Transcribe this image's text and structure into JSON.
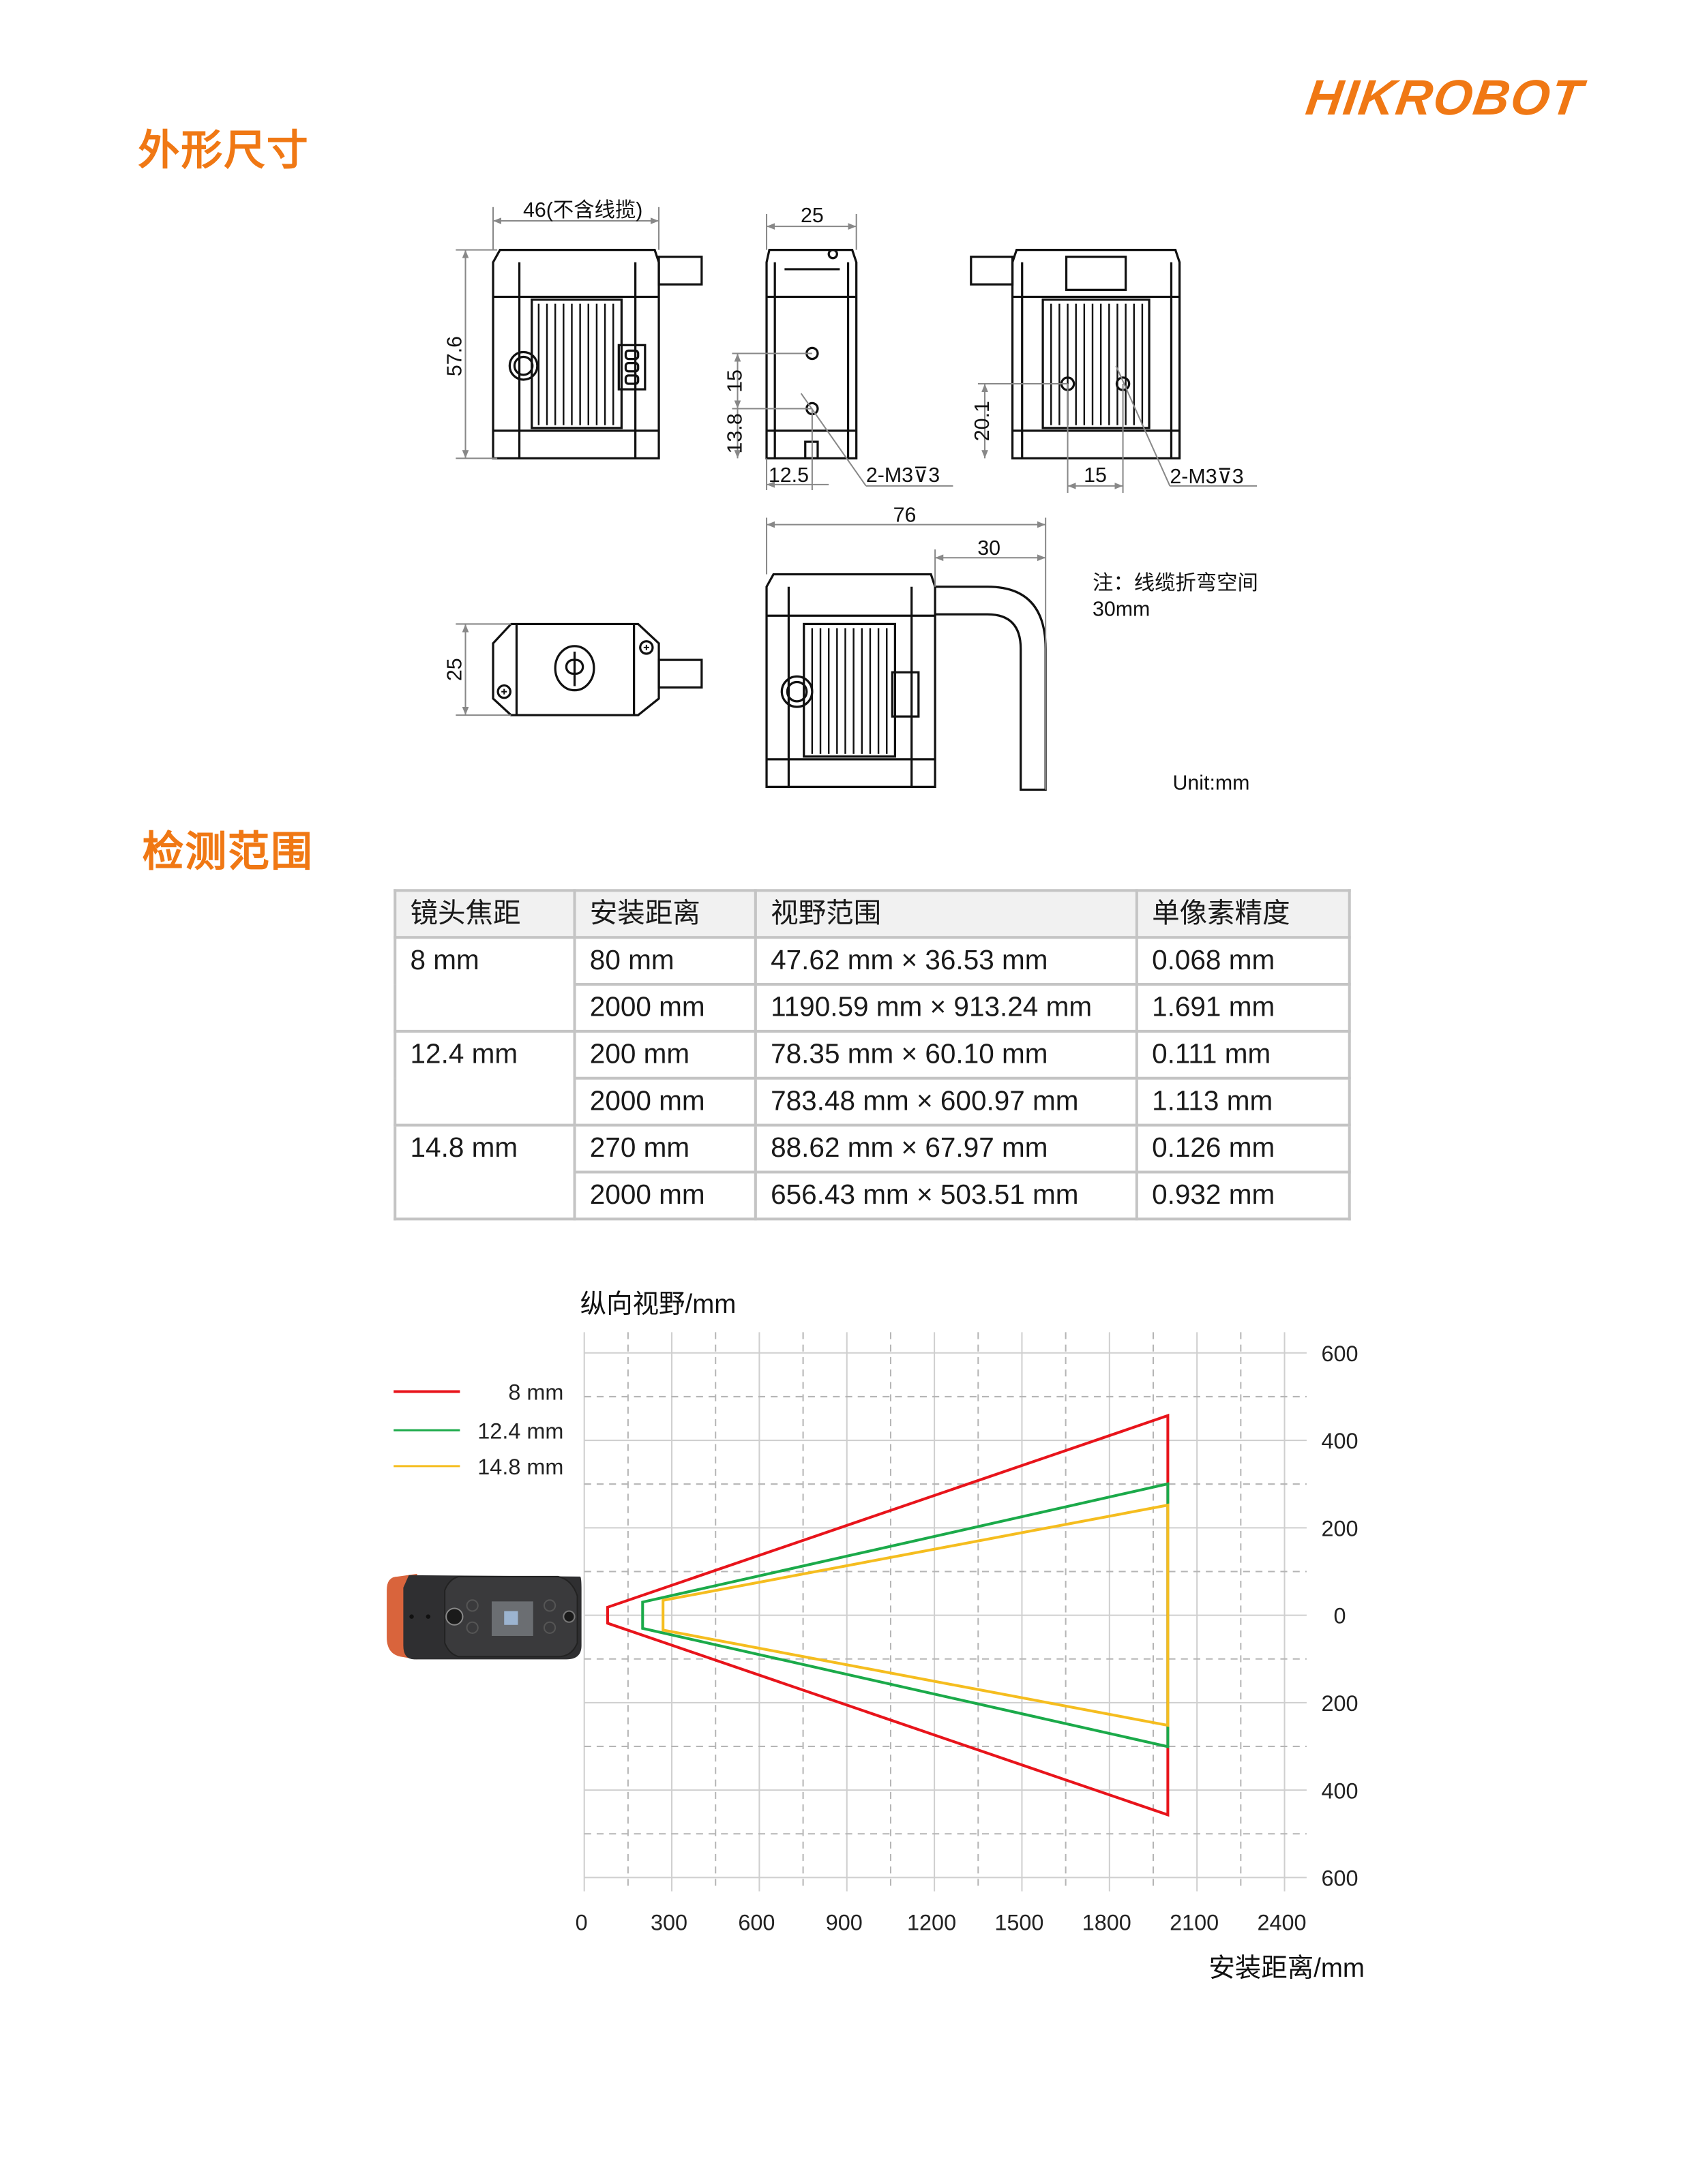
{
  "brand": {
    "logo_text": "HIKROBOT",
    "color": "#F07814"
  },
  "sections": {
    "dimensions_title": "外形尺寸",
    "detection_title": "检测范围"
  },
  "drawings": {
    "front_width": "46(不含线揽)",
    "front_height": "57.6",
    "side_width": "25",
    "side_dim_15": "15",
    "side_dim_13_8": "13.8",
    "side_dim_12_5": "12.5",
    "side_thread": "2-M3⊽3",
    "back_dim_20_1": "20.1",
    "back_dim_15": "15",
    "back_thread": "2-M3⊽3",
    "top_depth": "25",
    "overall_length": "76",
    "cable_length": "30",
    "note_line1": "注：线缆折弯空间",
    "note_line2": "30mm",
    "unit": "Unit:mm"
  },
  "table": {
    "headers": [
      "镜头焦距",
      "安装距离",
      "视野范围",
      "单像素精度"
    ],
    "groups": [
      {
        "focal": "8 mm",
        "rows": [
          [
            "80 mm",
            "47.62 mm × 36.53 mm",
            "0.068 mm"
          ],
          [
            "2000 mm",
            "1190.59 mm × 913.24 mm",
            "1.691 mm"
          ]
        ]
      },
      {
        "focal": "12.4 mm",
        "rows": [
          [
            "200 mm",
            "78.35 mm × 60.10 mm",
            "0.111 mm"
          ],
          [
            "2000 mm",
            "783.48 mm × 600.97 mm",
            "1.113 mm"
          ]
        ]
      },
      {
        "focal": "14.8 mm",
        "rows": [
          [
            "270 mm",
            "88.62 mm × 67.97 mm",
            "0.126 mm"
          ],
          [
            "2000 mm",
            "656.43 mm × 503.51 mm",
            "0.932 mm"
          ]
        ]
      }
    ]
  },
  "chart_data": {
    "type": "line",
    "ylabel": "纵向视野/mm",
    "xlabel": "安装距离/mm",
    "xlim": [
      0,
      2400
    ],
    "ylim": [
      -600,
      600
    ],
    "x_ticks": [
      "0",
      "300",
      "600",
      "900",
      "1200",
      "1500",
      "1800",
      "2100",
      "2400"
    ],
    "x_tick_values": [
      0,
      300,
      600,
      900,
      1200,
      1500,
      1800,
      2100,
      2400
    ],
    "y_ticks": [
      "600",
      "400",
      "200",
      "0",
      "200",
      "400",
      "600"
    ],
    "y_tick_values": [
      600,
      400,
      200,
      0,
      -200,
      -400,
      -600
    ],
    "grid": true,
    "legend_position": "left",
    "series": [
      {
        "name": "8 mm",
        "color": "#E8141B",
        "points": [
          [
            80,
            18.3
          ],
          [
            2000,
            456.6
          ],
          [
            2000,
            -456.6
          ],
          [
            80,
            -18.3
          ]
        ]
      },
      {
        "name": "12.4 mm",
        "color": "#1BAA4A",
        "points": [
          [
            200,
            30.05
          ],
          [
            2000,
            300.5
          ],
          [
            2000,
            -300.5
          ],
          [
            200,
            -30.05
          ]
        ]
      },
      {
        "name": "14.8 mm",
        "color": "#F5BD1F",
        "points": [
          [
            270,
            34.0
          ],
          [
            2000,
            251.8
          ],
          [
            2000,
            -251.8
          ],
          [
            270,
            -34.0
          ]
        ]
      }
    ]
  }
}
